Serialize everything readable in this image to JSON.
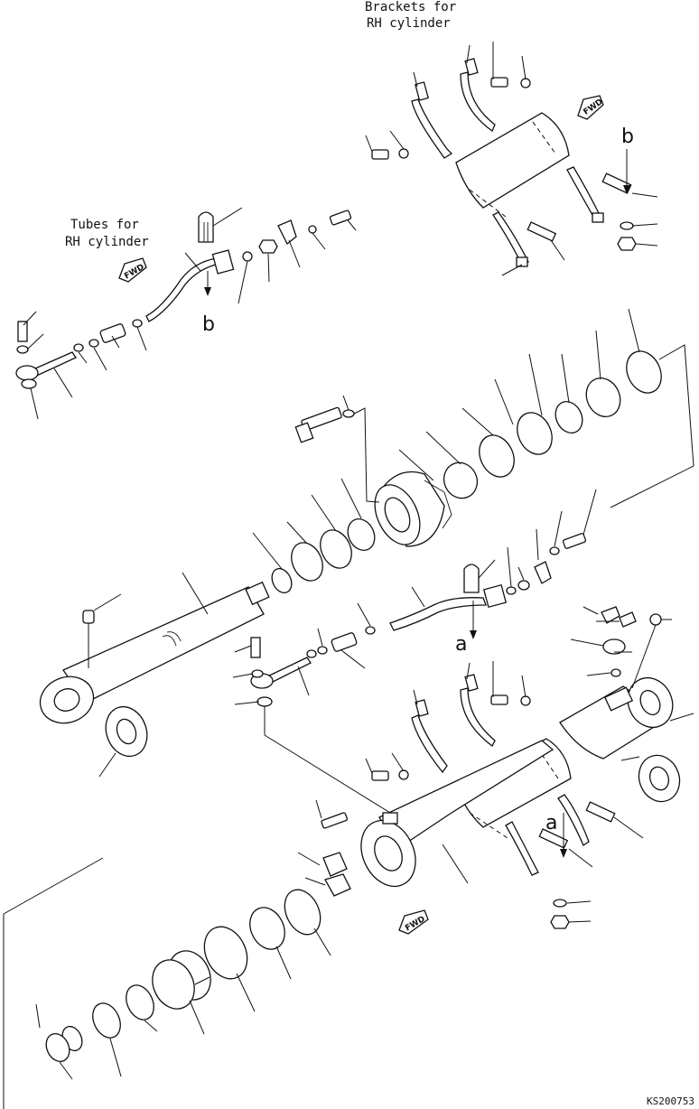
{
  "labels": {
    "brackets_line1": "Brackets for",
    "brackets_line2": "RH cylinder",
    "tubes_line1": "Tubes for",
    "tubes_line2": "RH cylinder",
    "ref_a": "a",
    "ref_b": "b",
    "fwd": "FWD",
    "drawing_code": "KS200753"
  }
}
